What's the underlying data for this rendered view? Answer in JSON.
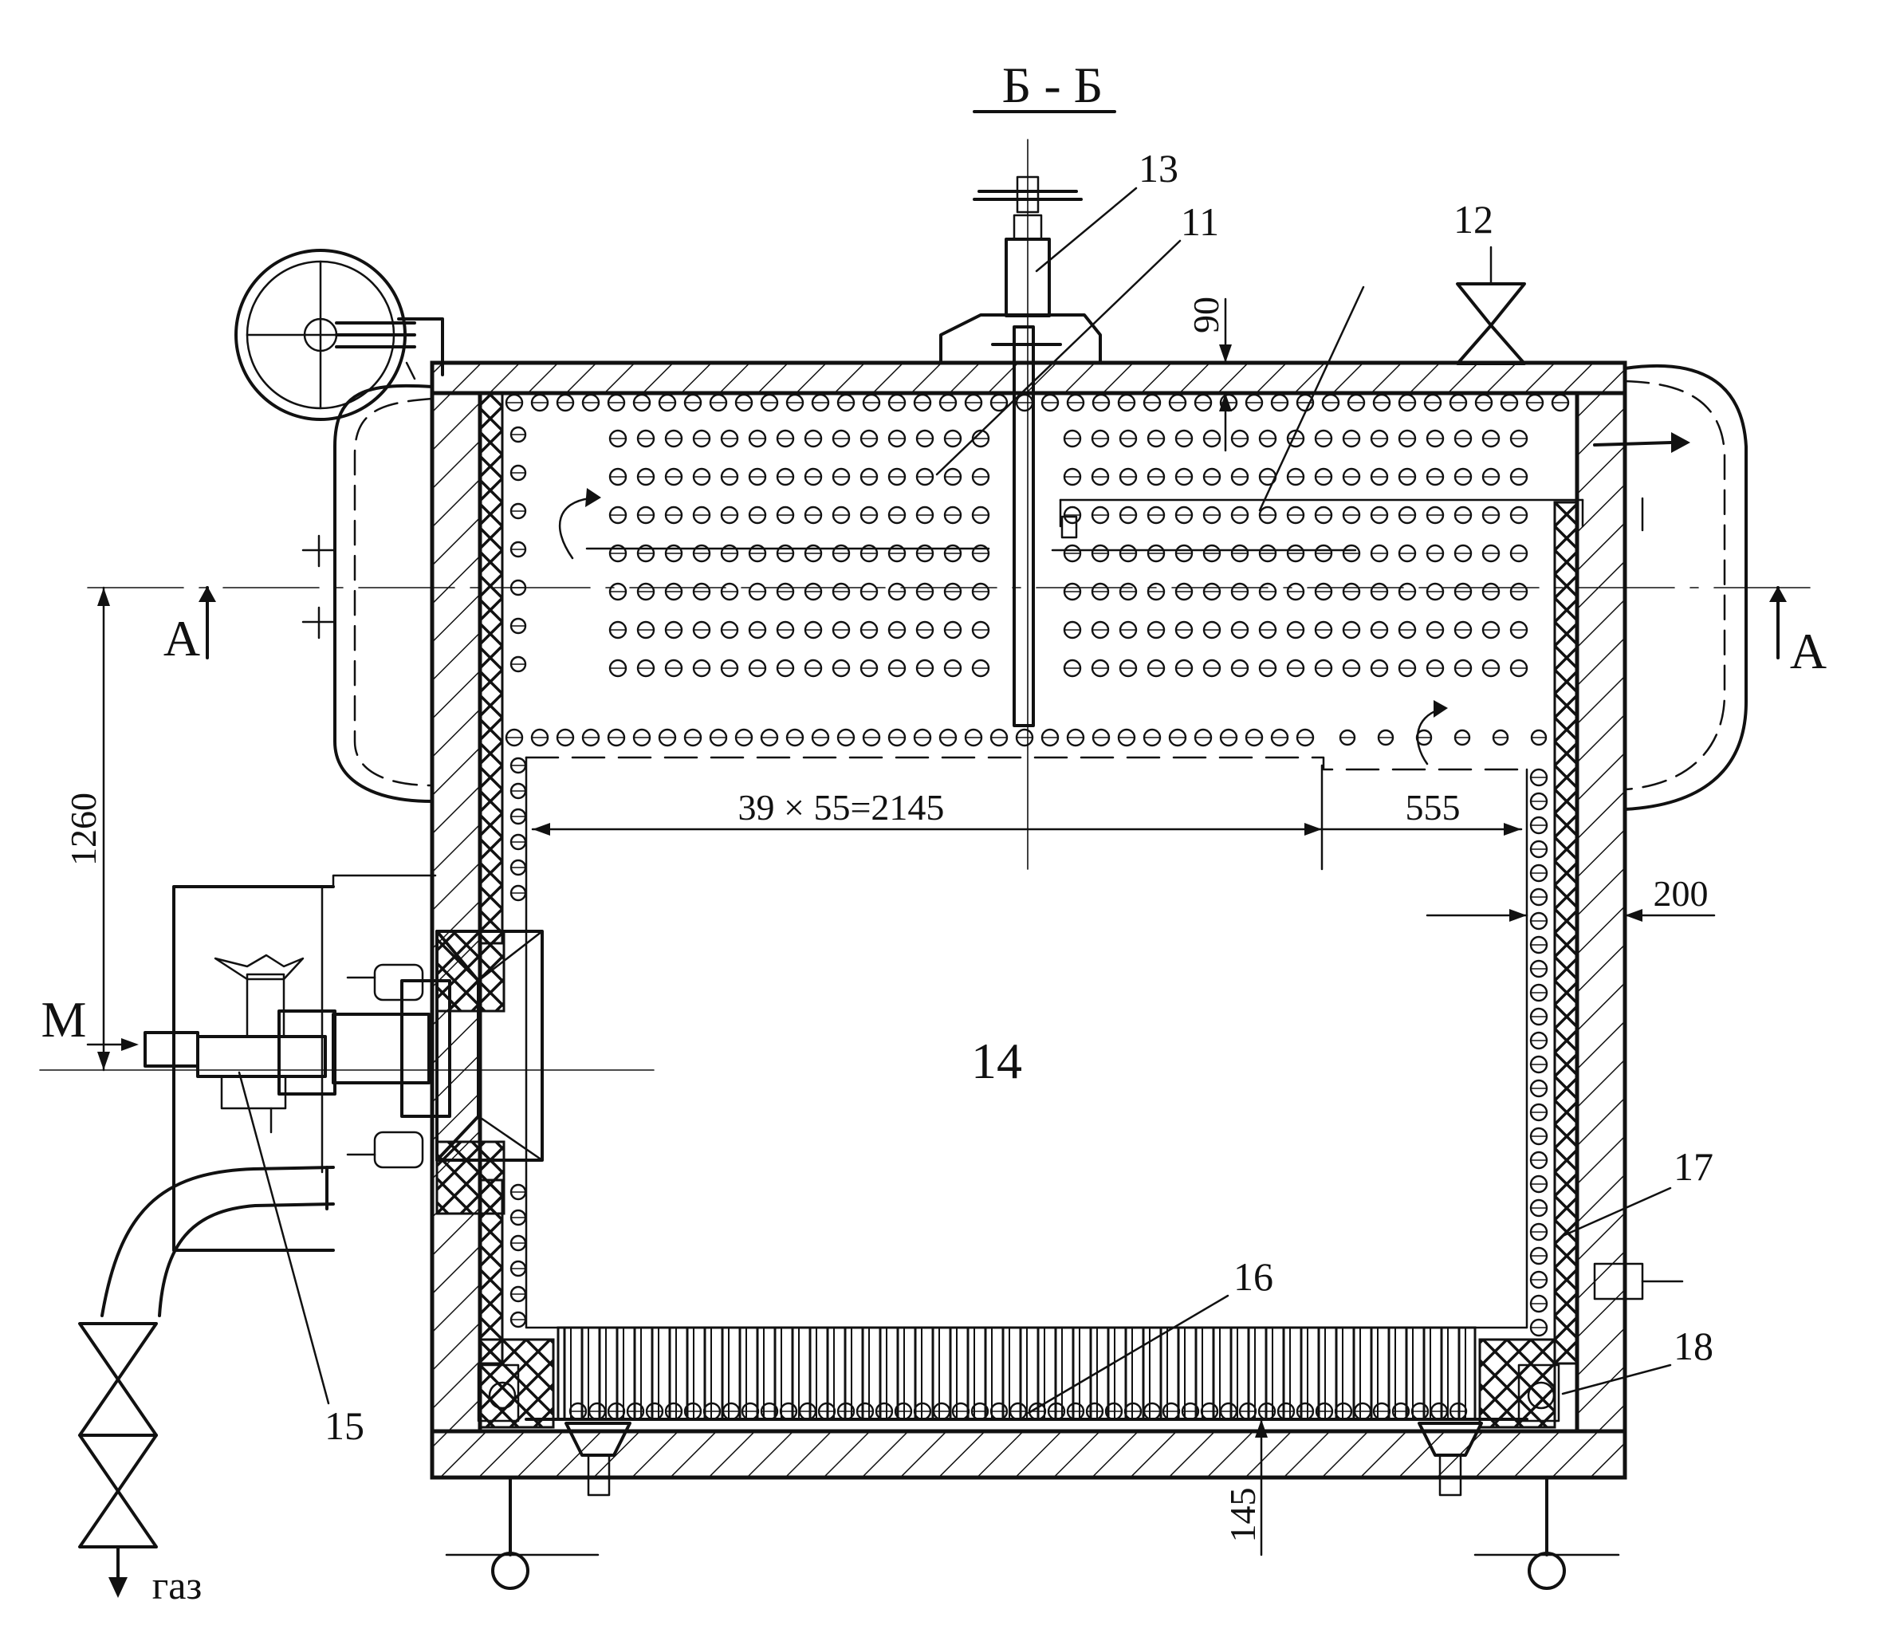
{
  "title": "Б - Б",
  "labels": {
    "n11": "11",
    "n12": "12",
    "n13": "13",
    "n14": "14",
    "n15": "15",
    "n16": "16",
    "n17": "17",
    "n18": "18"
  },
  "section_marks": {
    "left": "А",
    "right": "А"
  },
  "dimensions": {
    "d90": "90",
    "d1260": "1260",
    "d2145": "39 × 55=2145",
    "d555": "555",
    "d200": "200",
    "d145": "145"
  },
  "other_text": {
    "m_mark": "М",
    "gas": "газ"
  }
}
